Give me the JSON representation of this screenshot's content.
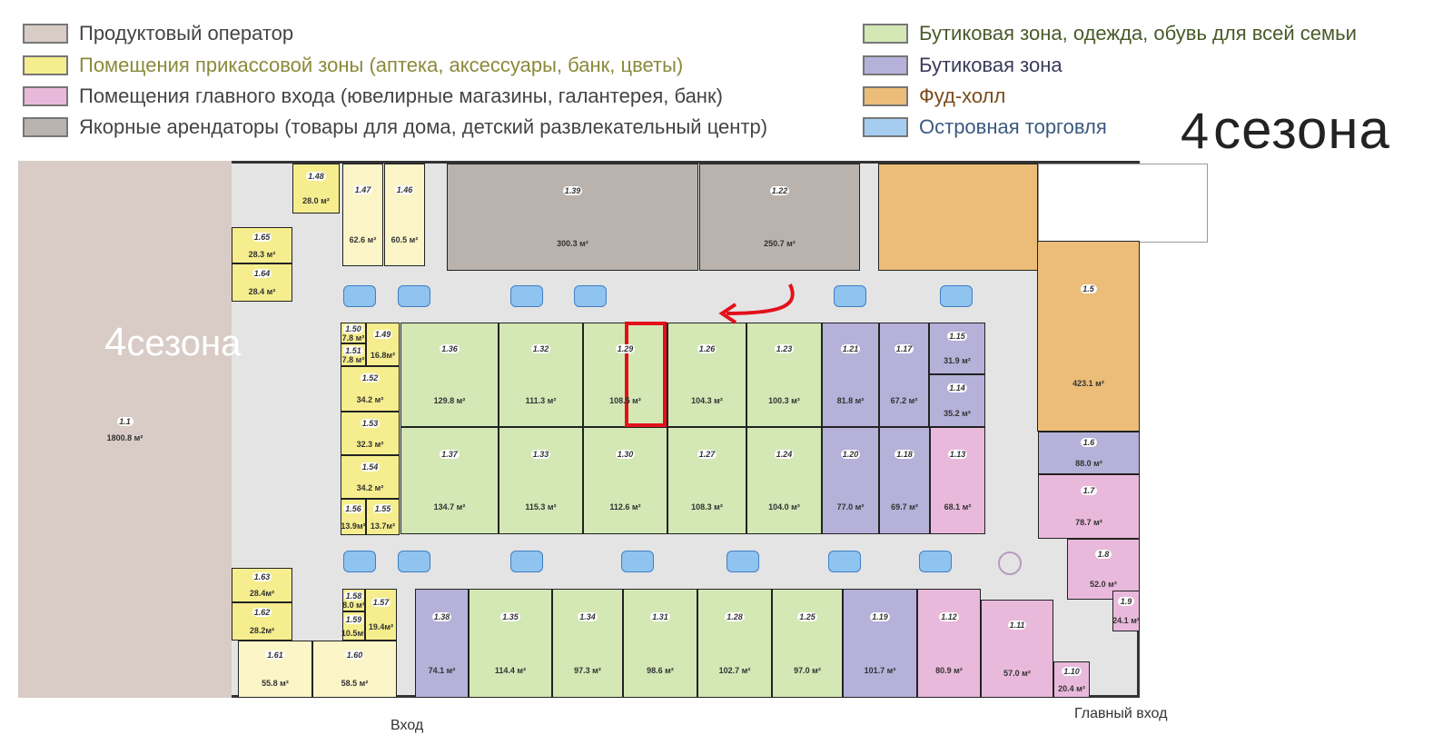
{
  "legend": [
    {
      "label": "Продуктовый оператор",
      "color": "#d9ccc6"
    },
    {
      "label": "Помещения прикассовой зоны (аптека, аксессуары, банк, цветы)",
      "color": "#f6ee8e"
    },
    {
      "label": "Помещения главного входа (ювелирные магазины, галантерея, банк)",
      "color": "#e9b9db"
    },
    {
      "label": "Якорные арендаторы (товары для дома, детский развлекательный центр)",
      "color": "#bab3ad"
    },
    {
      "label": "Бутиковая зона, одежда, обувь для всей семьи",
      "color": "#d3e8b5"
    },
    {
      "label": "Бутиковая зона",
      "color": "#b5b1d9"
    },
    {
      "label": "Фуд-холл",
      "color": "#ebbd78"
    },
    {
      "label": "Островная торговля",
      "color": "#a5cdf2"
    }
  ],
  "logo": {
    "num": "4",
    "word": "сезона"
  },
  "mall_label": {
    "num": "4",
    "word": "сезона"
  },
  "entrance": "Вход",
  "main_entrance": "Главный вход",
  "units": [
    {
      "id": "1.1",
      "area": "1800.8 м²",
      "zone": "grocery"
    },
    {
      "id": "1.48",
      "area": "28.0 м²",
      "zone": "checkout"
    },
    {
      "id": "1.47",
      "area": "62.6 м²",
      "zone": "checkout-light"
    },
    {
      "id": "1.46",
      "area": "60.5 м²",
      "zone": "checkout-light"
    },
    {
      "id": "1.65",
      "area": "28.3 м²",
      "zone": "checkout"
    },
    {
      "id": "1.64",
      "area": "28.4 м²",
      "zone": "checkout"
    },
    {
      "id": "1.39",
      "area": "300.3 м²",
      "zone": "anchor"
    },
    {
      "id": "1.22",
      "area": "250.7 м²",
      "zone": "anchor"
    },
    {
      "id": "1.5",
      "area": "423.1 м²",
      "zone": "food"
    },
    {
      "id": "1.50",
      "area": "7.8 м²",
      "zone": "checkout"
    },
    {
      "id": "1.51",
      "area": "7.8 м²",
      "zone": "checkout"
    },
    {
      "id": "1.49",
      "area": "16.8м²",
      "zone": "checkout"
    },
    {
      "id": "1.52",
      "area": "34.2 м²",
      "zone": "checkout"
    },
    {
      "id": "1.53",
      "area": "32.3 м²",
      "zone": "checkout"
    },
    {
      "id": "1.54",
      "area": "34.2 м²",
      "zone": "checkout"
    },
    {
      "id": "1.56",
      "area": "13.9м²",
      "zone": "checkout"
    },
    {
      "id": "1.55",
      "area": "13.7м²",
      "zone": "checkout"
    },
    {
      "id": "1.36",
      "area": "129.8 м²",
      "zone": "family"
    },
    {
      "id": "1.32",
      "area": "111.3 м²",
      "zone": "family"
    },
    {
      "id": "1.29",
      "area": "108.5 м²",
      "zone": "family"
    },
    {
      "id": "1.26",
      "area": "104.3 м²",
      "zone": "family"
    },
    {
      "id": "1.23",
      "area": "100.3 м²",
      "zone": "family"
    },
    {
      "id": "1.21",
      "area": "81.8 м²",
      "zone": "boutique"
    },
    {
      "id": "1.17",
      "area": "67.2 м²",
      "zone": "boutique"
    },
    {
      "id": "1.15",
      "area": "31.9 м²",
      "zone": "boutique"
    },
    {
      "id": "1.14",
      "area": "35.2 м²",
      "zone": "boutique"
    },
    {
      "id": "1.37",
      "area": "134.7 м²",
      "zone": "family"
    },
    {
      "id": "1.33",
      "area": "115.3 м²",
      "zone": "family"
    },
    {
      "id": "1.30",
      "area": "112.6 м²",
      "zone": "family"
    },
    {
      "id": "1.27",
      "area": "108.3 м²",
      "zone": "family"
    },
    {
      "id": "1.24",
      "area": "104.0 м²",
      "zone": "family"
    },
    {
      "id": "1.20",
      "area": "77.0 м²",
      "zone": "boutique"
    },
    {
      "id": "1.18",
      "area": "69.7 м²",
      "zone": "boutique"
    },
    {
      "id": "1.13",
      "area": "68.1 м²",
      "zone": "main"
    },
    {
      "id": "1.6",
      "area": "88.0 м²",
      "zone": "boutique"
    },
    {
      "id": "1.7",
      "area": "78.7 м²",
      "zone": "main"
    },
    {
      "id": "1.8",
      "area": "52.0 м²",
      "zone": "main"
    },
    {
      "id": "1.9",
      "area": "24.1 м²",
      "zone": "main"
    },
    {
      "id": "1.63",
      "area": "28.4м²",
      "zone": "checkout"
    },
    {
      "id": "1.62",
      "area": "28.2м²",
      "zone": "checkout"
    },
    {
      "id": "1.61",
      "area": "55.8 м²",
      "zone": "checkout-light"
    },
    {
      "id": "1.60",
      "area": "58.5 м²",
      "zone": "checkout-light"
    },
    {
      "id": "1.58",
      "area": "8.0 м²",
      "zone": "checkout"
    },
    {
      "id": "1.59",
      "area": "10.5м²",
      "zone": "checkout"
    },
    {
      "id": "1.57",
      "area": "19.4м²",
      "zone": "checkout"
    },
    {
      "id": "1.38",
      "area": "74.1 м²",
      "zone": "boutique"
    },
    {
      "id": "1.35",
      "area": "114.4 м²",
      "zone": "family"
    },
    {
      "id": "1.34",
      "area": "97.3 м²",
      "zone": "family"
    },
    {
      "id": "1.31",
      "area": "98.6 м²",
      "zone": "family"
    },
    {
      "id": "1.28",
      "area": "102.7 м²",
      "zone": "family"
    },
    {
      "id": "1.25",
      "area": "97.0 м²",
      "zone": "family"
    },
    {
      "id": "1.19",
      "area": "101.7 м²",
      "zone": "boutique"
    },
    {
      "id": "1.12",
      "area": "80.9 м²",
      "zone": "main"
    },
    {
      "id": "1.11",
      "area": "57.0 м²",
      "zone": "main"
    },
    {
      "id": "1.10",
      "area": "20.4 м²",
      "zone": "main"
    }
  ],
  "highlighted_unit": "1.29"
}
